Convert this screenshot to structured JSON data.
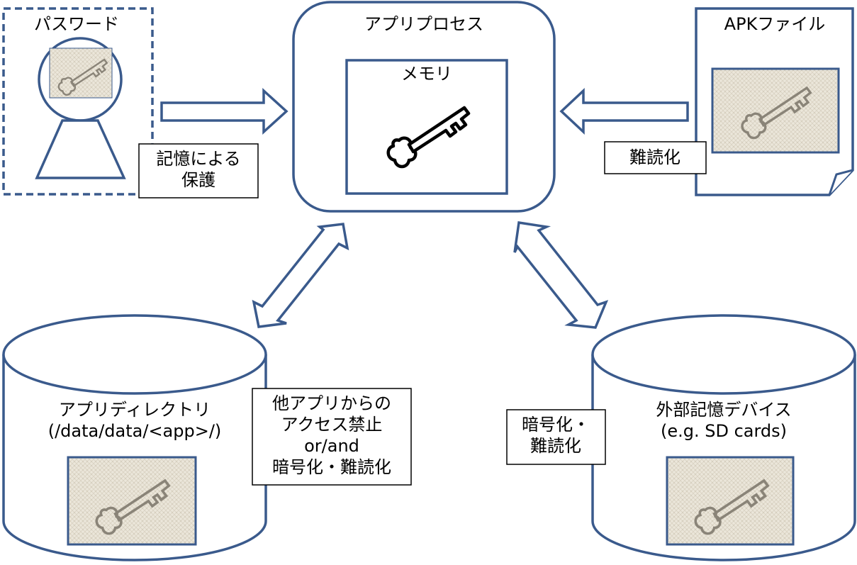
{
  "colors": {
    "outline": "#3a5a8c",
    "texture": "#e9e4d8",
    "texture_key": "#8a8478",
    "black": "#000000"
  },
  "password": {
    "title": "パスワード"
  },
  "protection": {
    "line1": "記憶による",
    "line2": "保護"
  },
  "app_process": {
    "title": "アプリプロセス",
    "memory_title": "メモリ"
  },
  "apk": {
    "title": "APKファイル",
    "obfuscation": "難読化"
  },
  "app_directory": {
    "line1": "アプリディレクトリ",
    "line2": "(/data/data/<app>/)"
  },
  "directory_note": {
    "line1": "他アプリからの",
    "line2": "アクセス禁止",
    "line3": "or/and",
    "line4": "暗号化・難読化"
  },
  "external_storage": {
    "line1": "外部記憶デバイス",
    "line2": "(e.g. SD cards)"
  },
  "external_note": {
    "line1": "暗号化・",
    "line2": "難読化"
  },
  "icons": [
    "key-icon"
  ]
}
